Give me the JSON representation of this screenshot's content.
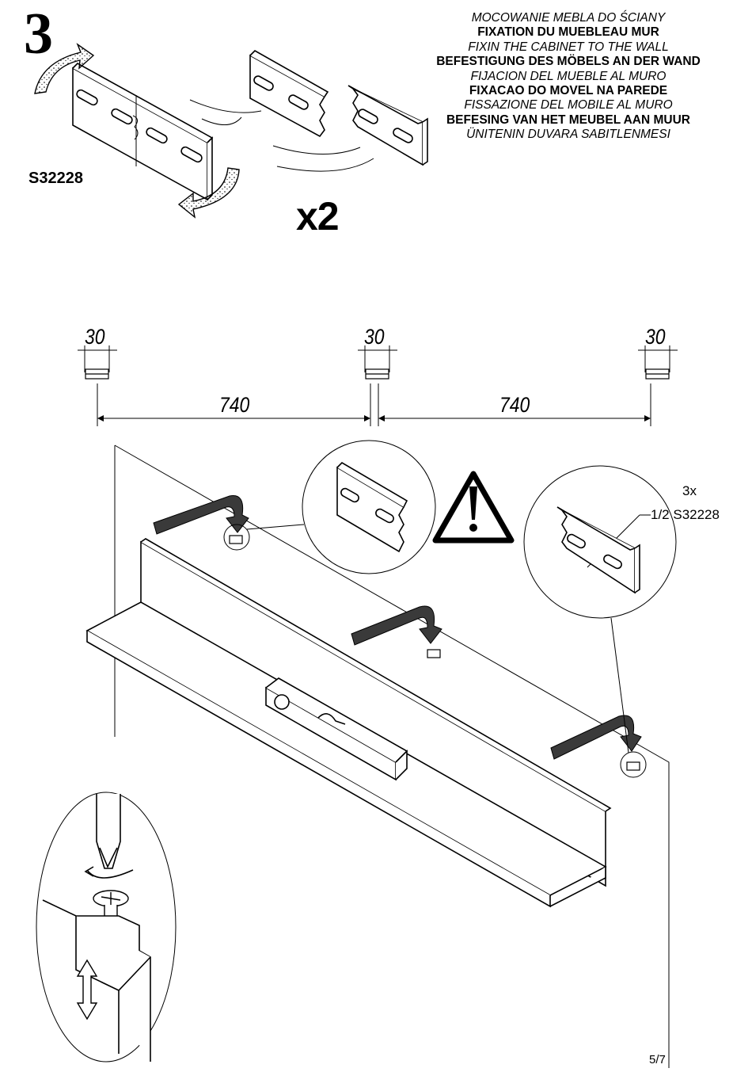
{
  "step": {
    "number": "3",
    "part_code": "S32228",
    "multiplier": "x2"
  },
  "titles": [
    {
      "text": "MOCOWANIE MEBLA DO ŚCIANY",
      "style": "italic"
    },
    {
      "text": "FIXATION DU MUEBLEAU MUR",
      "style": "bold"
    },
    {
      "text": "FIXIN THE CABINET TO THE WALL",
      "style": "italic"
    },
    {
      "text": "BEFESTIGUNG DES MÖBELS AN DER WAND",
      "style": "bold"
    },
    {
      "text": "FIJACION DEL MUEBLE AL MURO",
      "style": "italic"
    },
    {
      "text": "FIXACAO DO MOVEL NA PAREDE",
      "style": "bold"
    },
    {
      "text": "FISSAZIONE DEL MOBILE AL MURO",
      "style": "italic"
    },
    {
      "text": "BEFESING VAN HET MEUBEL AAN MUUR",
      "style": "bold"
    },
    {
      "text": "ÜNITENIN DUVARA SABITLENMESI",
      "style": "italic"
    }
  ],
  "dimensions": {
    "bracket_width_a": "30",
    "bracket_width_b": "30",
    "bracket_width_c": "30",
    "spacing_a": "740",
    "spacing_b": "740"
  },
  "callout": {
    "quantity": "3x",
    "part": "1/2 S32228"
  },
  "footer": {
    "page": "5/7"
  },
  "colors": {
    "ink": "#000000",
    "fill": "#ffffff",
    "arrow": "#3a3a3a"
  },
  "icons": [
    "rotate-arrow-icon",
    "warning-icon",
    "screwdriver-icon",
    "up-down-arrow-icon"
  ]
}
